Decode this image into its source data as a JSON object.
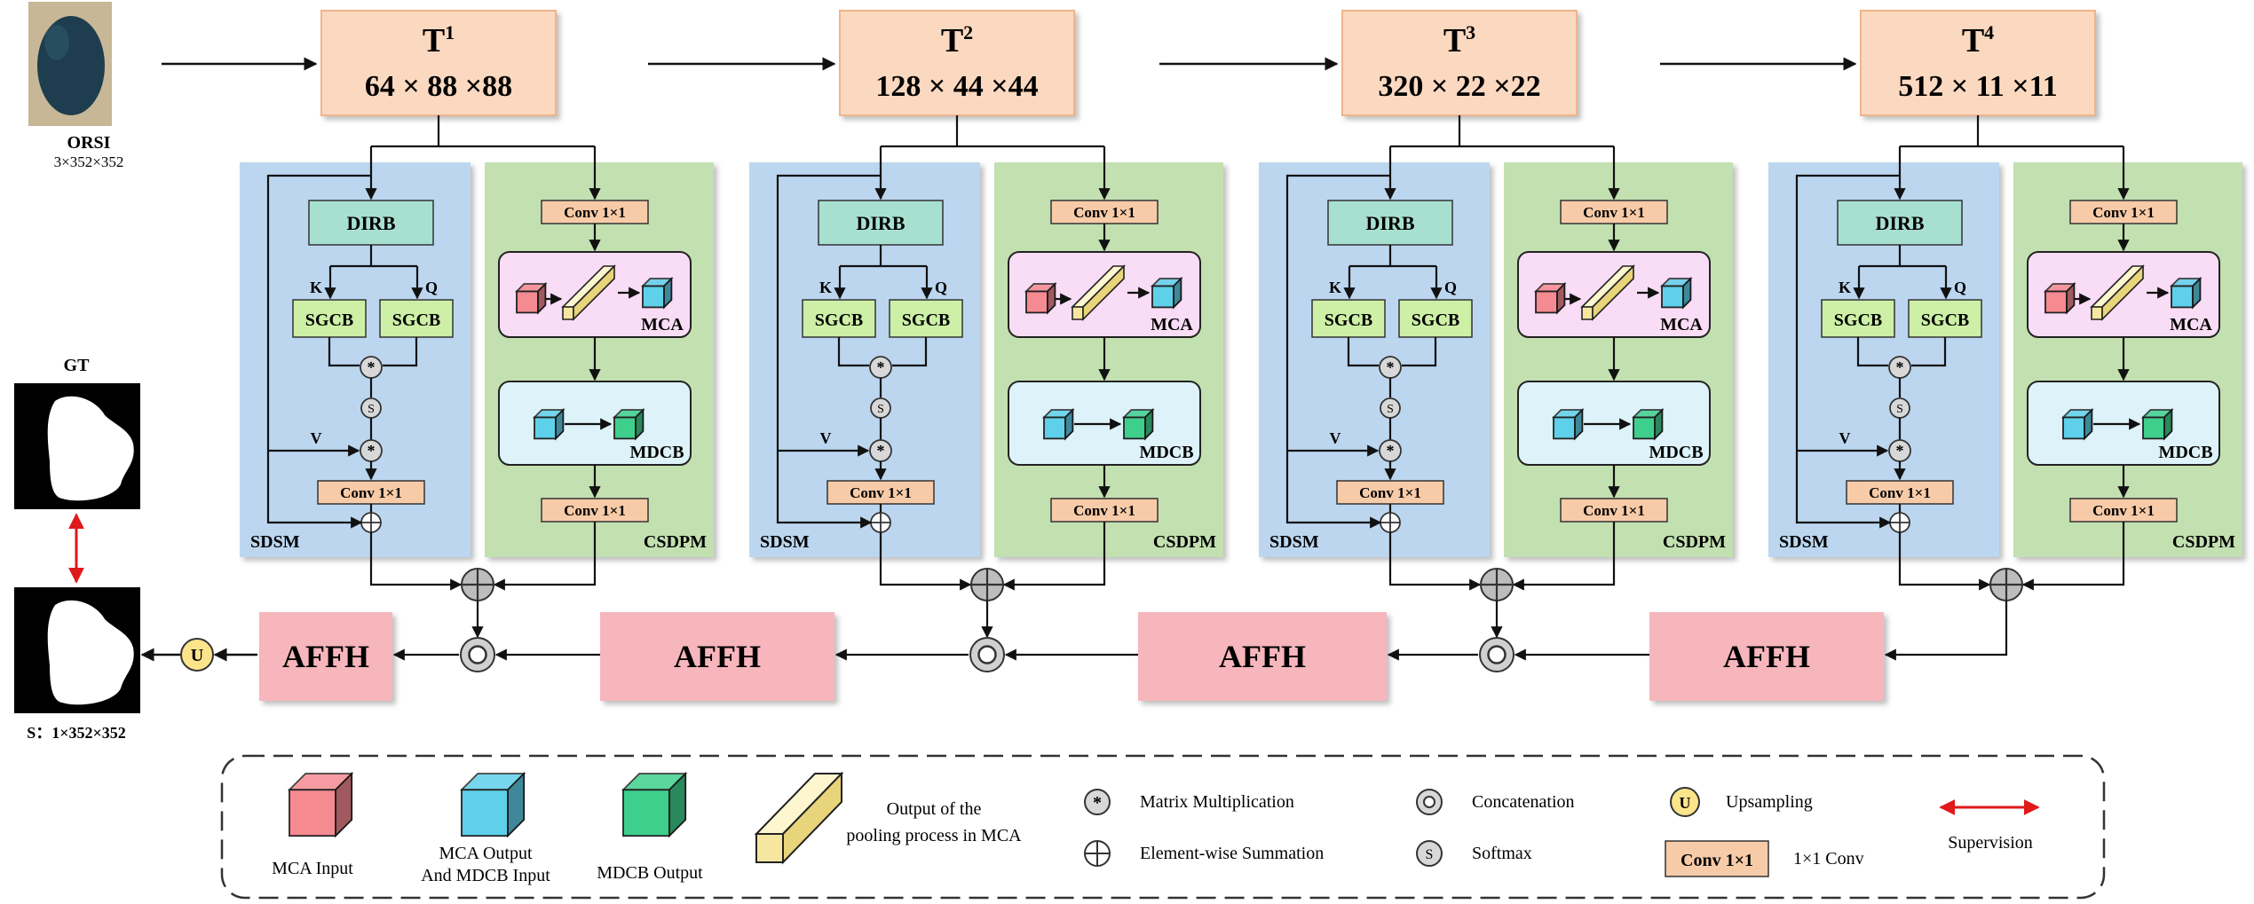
{
  "input": {
    "name": "ORSI",
    "shape": "3×352×352"
  },
  "gt_label": "GT",
  "output_label": "S：1×352×352",
  "stages": [
    {
      "t_base": "T",
      "t_sup": "1",
      "shape": "64 × 88 ×88"
    },
    {
      "t_base": "T",
      "t_sup": "2",
      "shape": "128 × 44 ×44"
    },
    {
      "t_base": "T",
      "t_sup": "3",
      "shape": "320 × 22 ×22"
    },
    {
      "t_base": "T",
      "t_sup": "4",
      "shape": "512 × 11 ×11"
    }
  ],
  "sdsm": {
    "name": "SDSM",
    "dirb": "DIRB",
    "sgcb": "SGCB",
    "k": "K",
    "q": "Q",
    "v": "V",
    "s": "S",
    "conv": "Conv 1×1"
  },
  "csdpm": {
    "name": "CSDPM",
    "conv": "Conv 1×1",
    "mca": "MCA",
    "mdcb": "MDCB"
  },
  "affh": "AFFH",
  "upsample_symbol": "U",
  "legend": {
    "mca_input": "MCA  Input",
    "mca_output_line1": "MCA Output",
    "mca_output_line2": "And MDCB Input",
    "mdcb_output": "MDCB Output",
    "pooling_line1": "Output of the",
    "pooling_line2": "pooling process in MCA",
    "matrix_mult": "Matrix Multiplication",
    "element_sum": "Element-wise Summation",
    "concat": "Concatenation",
    "softmax": "Softmax",
    "upsampling": "Upsampling",
    "conv_box": "Conv 1×1",
    "conv_desc": "1×1 Conv",
    "supervision": "Supervision",
    "softmax_symbol": "S",
    "upsample_symbol": "U"
  },
  "colors": {
    "stage_fill": "#fbd9c0",
    "sdsm_fill": "#bcd6ef",
    "csdpm_fill": "#c3e0b1",
    "dirb_fill": "#a8e0d0",
    "sgcb_fill": "#cdf0a6",
    "conv_fill": "#f8cba8",
    "mca_fill": "#f9dcf5",
    "mdcb_fill": "#ddf3f9",
    "affh_fill": "#f6b6bc",
    "cube_red": "#f58a91",
    "cube_cyan": "#5fd0ea",
    "cube_green": "#3fcf8d",
    "pool_yellow": "#f6e6a0",
    "upsample_fill": "#fbe48a",
    "supervision": "#e0191b"
  }
}
